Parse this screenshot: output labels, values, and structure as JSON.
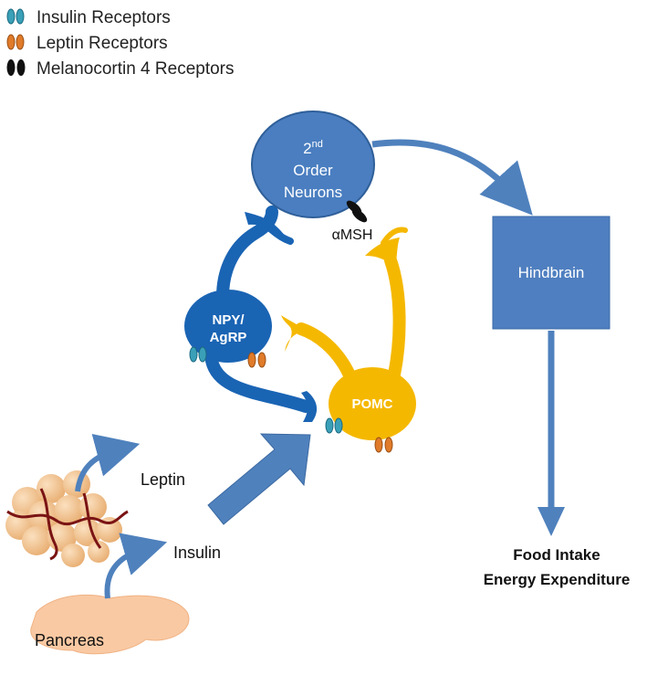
{
  "legend": {
    "items": [
      {
        "label": "Insulin Receptors",
        "color": "#3aa0b8"
      },
      {
        "label": "Leptin Receptors",
        "color": "#e07b2a"
      },
      {
        "label": "Melanocortin 4 Receptors",
        "color": "#111111"
      }
    ]
  },
  "neurons": {
    "second_order": {
      "prefix": "2",
      "sup": "nd",
      "line2": "Order",
      "line3": "Neurons"
    },
    "npy_agrp": {
      "line1": "NPY/",
      "line2": "AgRP"
    },
    "pomc": "POMC",
    "amsh": "αMSH"
  },
  "hindbrain": "Hindbrain",
  "signals": {
    "leptin": "Leptin",
    "insulin": "Insulin",
    "pancreas": "Pancreas"
  },
  "outcome": {
    "line1": "Food Intake",
    "line2": "Energy Expenditure"
  },
  "colors": {
    "blue_node": "#4a7ec0",
    "npy_blue": "#1a64b4",
    "pomc_yellow": "#f5b800",
    "arrow_blue": "#4f81bd",
    "fat_cells": "#f2c38f",
    "pancreas": "#f9c9a3",
    "vessel": "#7a1414"
  }
}
